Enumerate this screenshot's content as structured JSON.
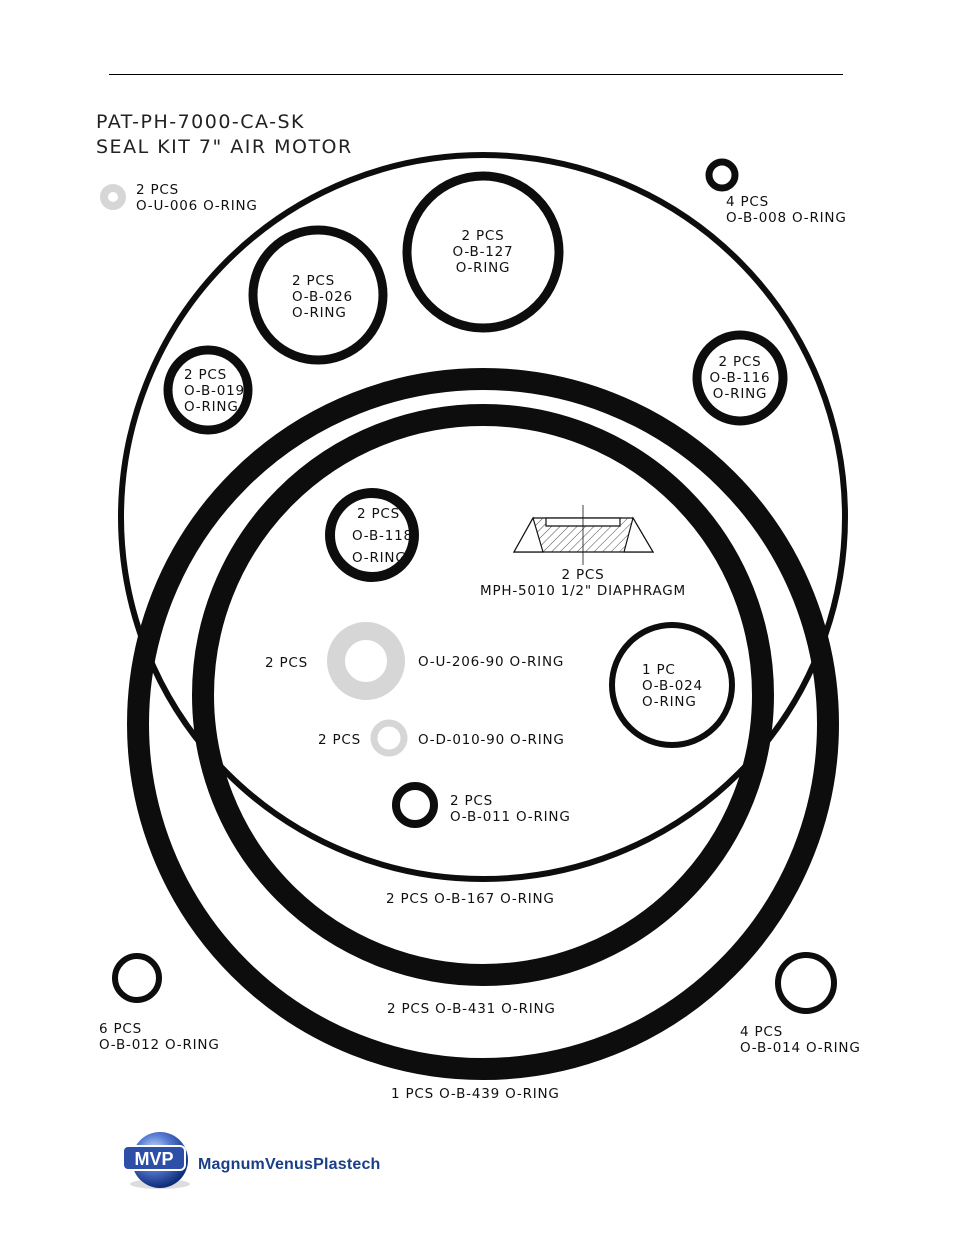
{
  "header": {
    "part_number": "PAT-PH-7000-CA-SK",
    "description": "SEAL KIT  7\" AIR MOTOR"
  },
  "labels": {
    "o_u_006": [
      "2 PCS",
      "O-U-006  O-RING"
    ],
    "o_b_008": [
      "4 PCS",
      "O-B-008  O-RING"
    ],
    "o_b_127": [
      "2 PCS",
      "O-B-127",
      "O-RING"
    ],
    "o_b_026": [
      "2 PCS",
      "O-B-026",
      "O-RING"
    ],
    "o_b_019": [
      "2 PCS",
      "O-B-019",
      "O-RING"
    ],
    "o_b_116": [
      "2 PCS",
      "O-B-116",
      "O-RING"
    ],
    "o_b_118": [
      "2 PCS",
      "O-B-118",
      "O-RING"
    ],
    "diaphragm": [
      "2 PCS",
      "MPH-5010  1/2\" DIAPHRAGM"
    ],
    "o_u_206_90": {
      "qty": "2 PCS",
      "name": "O-U-206-90  O-RING"
    },
    "o_b_024": [
      "1 PC",
      "O-B-024",
      "O-RING"
    ],
    "o_d_010_90": {
      "qty": "2 PCS",
      "name": "O-D-010-90  O-RING"
    },
    "o_b_011": [
      "2 PCS",
      "O-B-011  O-RING"
    ],
    "o_b_167": "2 PCS   O-B-167   O-RING",
    "o_b_012": [
      "6 PCS",
      "O-B-012  O-RING"
    ],
    "o_b_014": [
      "4 PCS",
      "O-B-014  O-RING"
    ],
    "o_b_431": "2 PCS   O-B-431   O-RING",
    "o_b_439": "1 PCS   O-B-439   O-RING"
  },
  "logo": {
    "emblem_text": "MVP",
    "company_name": "MagnumVenusPlastech",
    "brand_color": "#1a3f88"
  },
  "colors": {
    "ring_black": "#0d0d0d",
    "ring_gray": "#d6d6d6"
  }
}
